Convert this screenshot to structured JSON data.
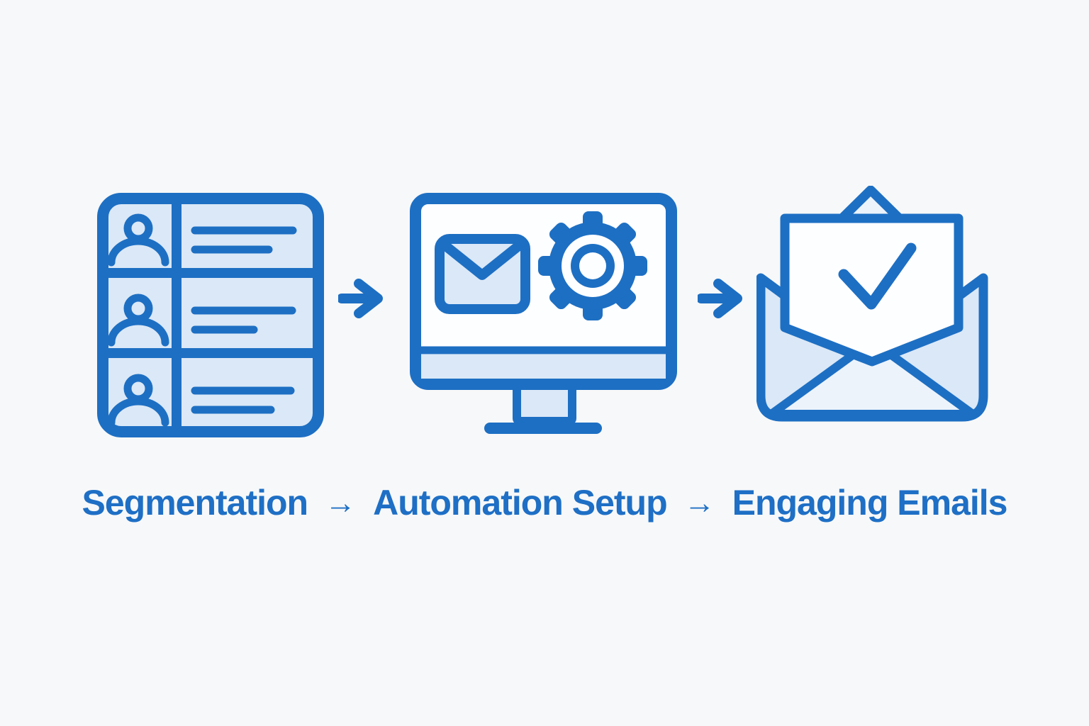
{
  "colors": {
    "blue": "#1d6fc3",
    "light": "#dbe8f7",
    "lighter": "#ecf3fb",
    "surface": "#fdfeff",
    "text": "#1e6fc5",
    "bg": "#f7f8f9"
  },
  "steps": [
    {
      "label": "Segmentation",
      "icon": "contact-list-icon"
    },
    {
      "label": "Automation Setup",
      "icon": "monitor-automation-icon"
    },
    {
      "label": "Engaging Emails",
      "icon": "open-envelope-check-icon"
    }
  ],
  "arrow_glyph": "→"
}
